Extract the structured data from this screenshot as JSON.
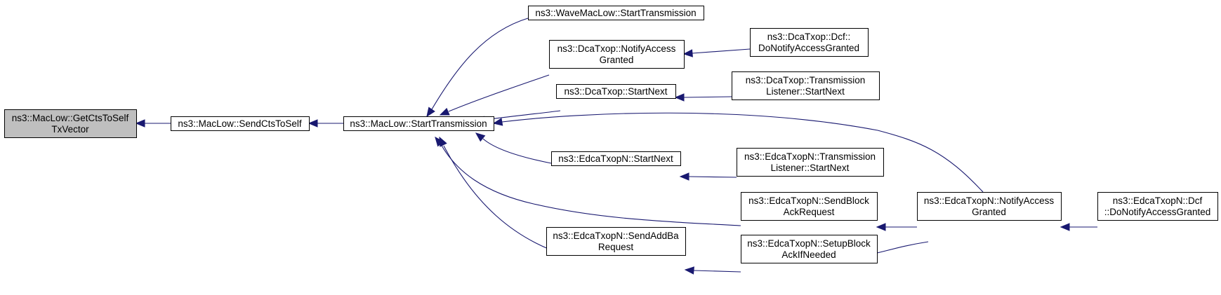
{
  "graph": {
    "fill_default": "#ffffff",
    "fill_highlight": "#bfbfbf",
    "edge_color": "#191970",
    "nodes": [
      {
        "id": "getctstoself",
        "lines": [
          "ns3::MacLow::GetCtsToSelf",
          "TxVector"
        ],
        "highlight": true
      },
      {
        "id": "sendctstoself",
        "lines": [
          "ns3::MacLow::SendCtsToSelf"
        ]
      },
      {
        "id": "starttransmission",
        "lines": [
          "ns3::MacLow::StartTransmission"
        ]
      },
      {
        "id": "wavemaclow",
        "lines": [
          "ns3::WaveMacLow::StartTransmission"
        ]
      },
      {
        "id": "dcanotify",
        "lines": [
          "ns3::DcaTxop::NotifyAccess",
          "Granted"
        ]
      },
      {
        "id": "dcastartnext",
        "lines": [
          "ns3::DcaTxop::StartNext"
        ]
      },
      {
        "id": "edcastartnext",
        "lines": [
          "ns3::EdcaTxopN::StartNext"
        ]
      },
      {
        "id": "edcasendaddba",
        "lines": [
          "ns3::EdcaTxopN::SendAddBa",
          "Request"
        ]
      },
      {
        "id": "dcadcf",
        "lines": [
          "ns3::DcaTxop::Dcf::",
          "DoNotifyAccessGranted"
        ]
      },
      {
        "id": "dcatranslistener",
        "lines": [
          "ns3::DcaTxop::Transmission",
          "Listener::StartNext"
        ]
      },
      {
        "id": "edcatranslistener",
        "lines": [
          "ns3::EdcaTxopN::Transmission",
          "Listener::StartNext"
        ]
      },
      {
        "id": "edcasendblockack",
        "lines": [
          "ns3::EdcaTxopN::SendBlock",
          "AckRequest"
        ]
      },
      {
        "id": "edcasetupblockack",
        "lines": [
          "ns3::EdcaTxopN::SetupBlock",
          "AckIfNeeded"
        ]
      },
      {
        "id": "edcanotify",
        "lines": [
          "ns3::EdcaTxopN::NotifyAccess",
          "Granted"
        ]
      },
      {
        "id": "edcadcf",
        "lines": [
          "ns3::EdcaTxopN::Dcf",
          "::DoNotifyAccessGranted"
        ]
      }
    ],
    "edges": [
      {
        "from": "sendctstoself",
        "to": "getctstoself"
      },
      {
        "from": "starttransmission",
        "to": "sendctstoself"
      },
      {
        "from": "wavemaclow",
        "to": "starttransmission"
      },
      {
        "from": "dcanotify",
        "to": "starttransmission"
      },
      {
        "from": "dcastartnext",
        "to": "starttransmission"
      },
      {
        "from": "edcanotify",
        "to": "starttransmission"
      },
      {
        "from": "edcastartnext",
        "to": "starttransmission"
      },
      {
        "from": "edcasendblockack",
        "to": "starttransmission"
      },
      {
        "from": "edcasendaddba",
        "to": "starttransmission"
      },
      {
        "from": "dcadcf",
        "to": "dcanotify"
      },
      {
        "from": "dcatranslistener",
        "to": "dcastartnext"
      },
      {
        "from": "edcatranslistener",
        "to": "edcastartnext"
      },
      {
        "from": "edcanotify",
        "to": "edcasendblockack"
      },
      {
        "from": "edcasetupblockack",
        "to": "edcasendaddba"
      },
      {
        "from": "edcanotify",
        "to": "edcasetupblockack"
      },
      {
        "from": "edcadcf",
        "to": "edcanotify"
      }
    ]
  }
}
